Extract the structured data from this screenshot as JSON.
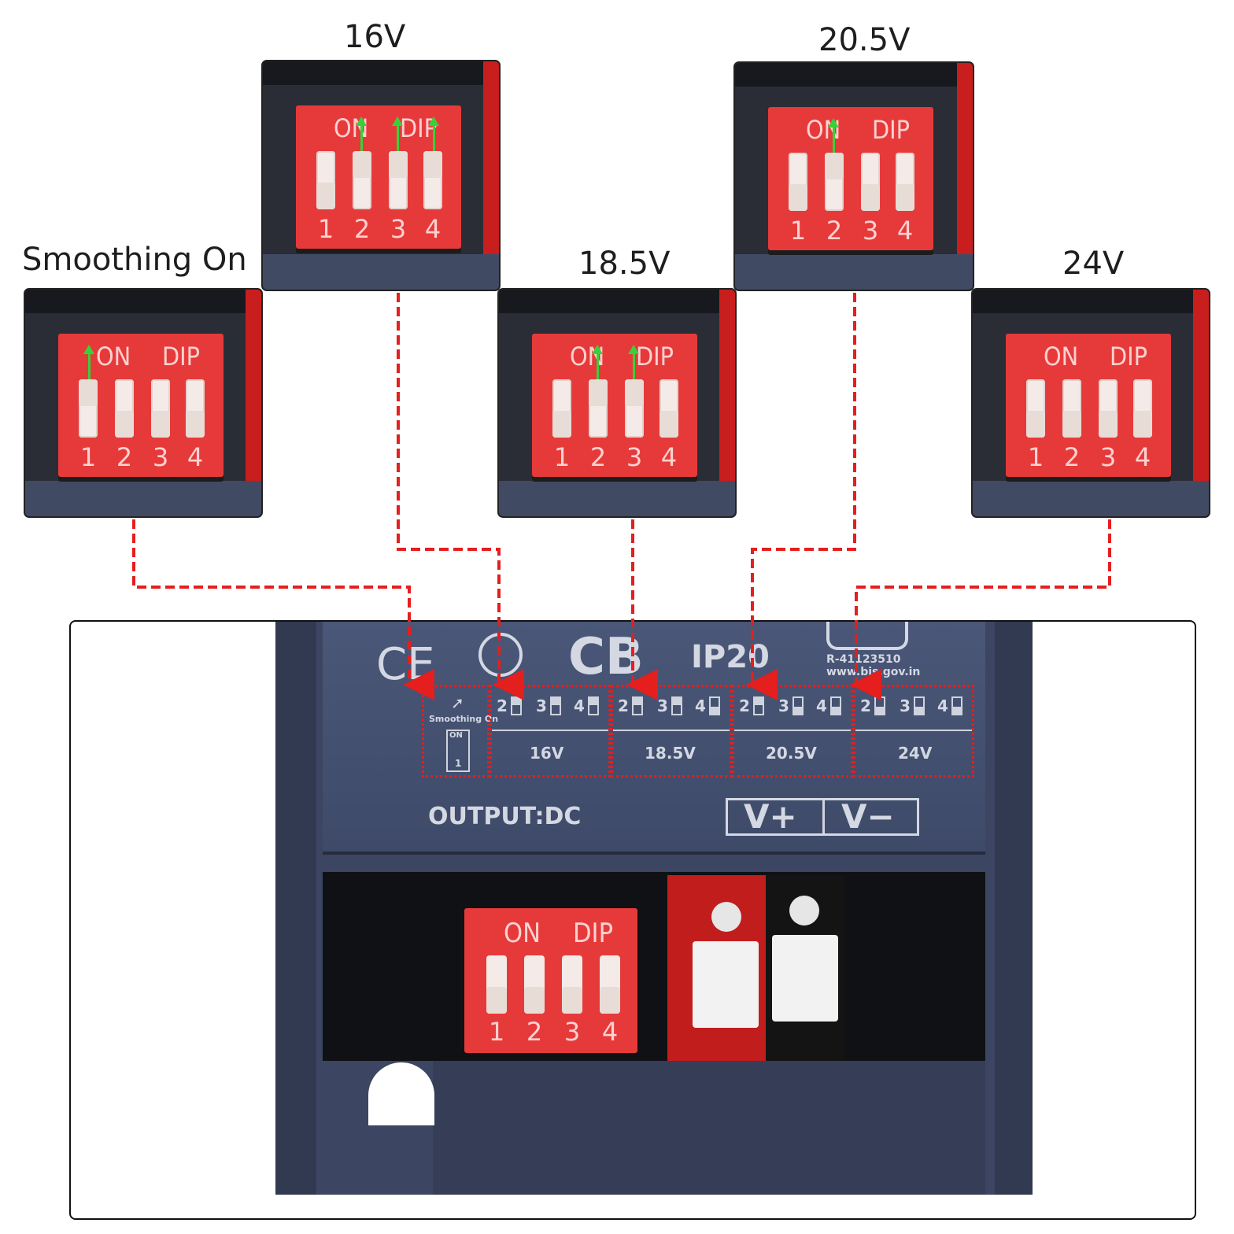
{
  "captions": {
    "smoothing": "Smoothing On",
    "v16": "16V",
    "v18_5": "18.5V",
    "v20_5": "20.5V",
    "v24": "24V"
  },
  "dip": {
    "on_label": "ON",
    "dip_label": "DIP",
    "numbers": [
      "1",
      "2",
      "3",
      "4"
    ]
  },
  "device": {
    "ce_mark": "CE",
    "cb_mark": "CB",
    "ip_rating": "IP20",
    "reg_number": "R-41123510",
    "website": "www.bis.gov.in",
    "smoothing_label": "Smoothing On",
    "switch_on": "ON",
    "switch_one": "1",
    "settings": [
      "16V",
      "18.5V",
      "20.5V",
      "24V"
    ],
    "positions": [
      "2",
      "3",
      "4"
    ],
    "output_label": "OUTPUT:DC",
    "v_plus": "V+",
    "v_minus": "V−"
  },
  "colors": {
    "accent_red": "#e51e1e",
    "arrow_green": "#37d13a"
  }
}
